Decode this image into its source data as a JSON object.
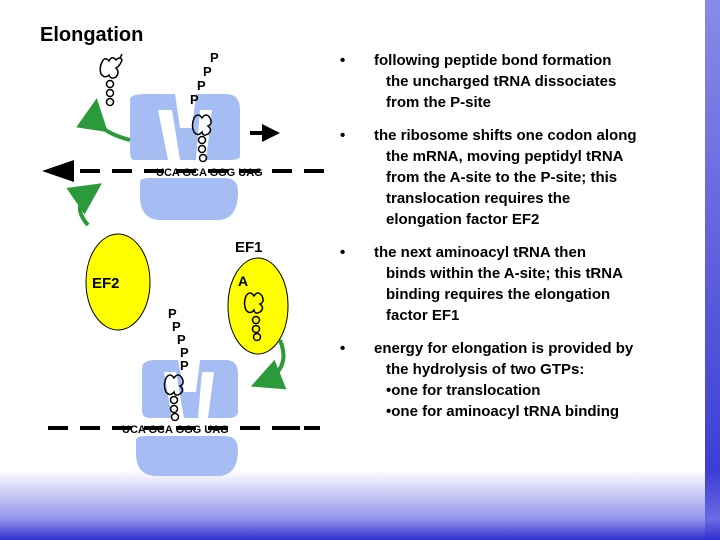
{
  "title": "Elongation",
  "colors": {
    "ribosome": "#a6bdf4",
    "factor": "#ffff00",
    "arrow": "#2a9a3a",
    "accent": "#3232d2"
  },
  "top_panel": {
    "p_labels": [
      "P",
      "P",
      "P",
      "P"
    ],
    "mrna": "UCA  GCA GGG UAG"
  },
  "factors": {
    "ef2": "EF2",
    "ef1": "EF1",
    "a_label": "A"
  },
  "bottom_panel": {
    "p_labels": [
      "P",
      "P",
      "P",
      "P",
      "P"
    ],
    "mrna": "UCA  GCA GGG UAG"
  },
  "bullets": [
    {
      "lead": "following peptide bond formation",
      "lines": [
        "the uncharged tRNA dissociates",
        "from the P-site"
      ]
    },
    {
      "lead": "the ribosome shifts one codon along",
      "lines": [
        "the mRNA, moving peptidyl tRNA",
        "from the A-site to the P-site; this",
        "translocation requires the",
        "elongation factor EF2"
      ]
    },
    {
      "lead": "the next aminoacyl tRNA then",
      "lines": [
        "binds within the A-site; this tRNA",
        "binding requires the elongation",
        "factor EF1"
      ]
    },
    {
      "lead": "energy for elongation is provided by",
      "lines": [
        "the hydrolysis of two GTPs:"
      ],
      "subitems": [
        "one for translocation",
        "one for aminoacyl tRNA binding"
      ]
    }
  ]
}
